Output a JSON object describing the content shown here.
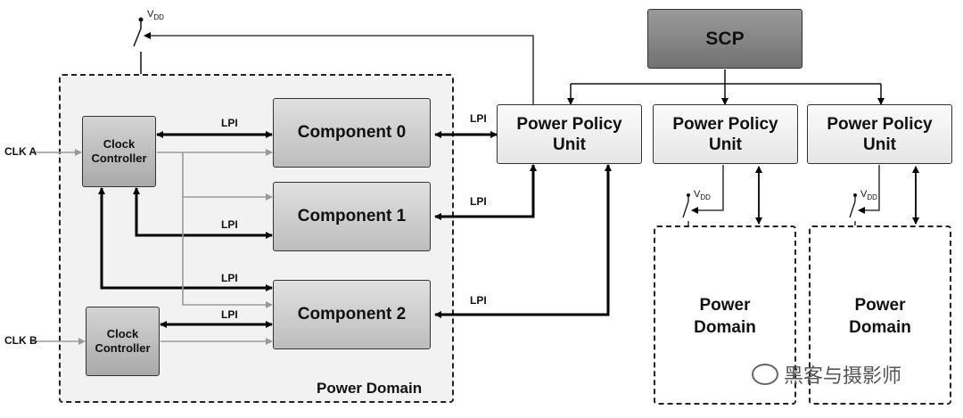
{
  "scp": {
    "label": "SCP"
  },
  "ppu": [
    {
      "line1": "Power Policy",
      "line2": "Unit"
    },
    {
      "line1": "Power Policy",
      "line2": "Unit"
    },
    {
      "line1": "Power Policy",
      "line2": "Unit"
    }
  ],
  "components": [
    "Component 0",
    "Component 1",
    "Component 2"
  ],
  "clock_controllers": [
    {
      "line1": "Clock",
      "line2": "Controller"
    },
    {
      "line1": "Clock",
      "line2": "Controller"
    }
  ],
  "clocks": [
    "CLK A",
    "CLK B"
  ],
  "lpi": "LPI",
  "vdd": {
    "main": "V",
    "sub": "DD"
  },
  "power_domain_main": "Power Domain",
  "power_domains": [
    {
      "line1": "Power",
      "line2": "Domain"
    },
    {
      "line1": "Power",
      "line2": "Domain"
    }
  ],
  "watermark": "黑客与摄影师"
}
